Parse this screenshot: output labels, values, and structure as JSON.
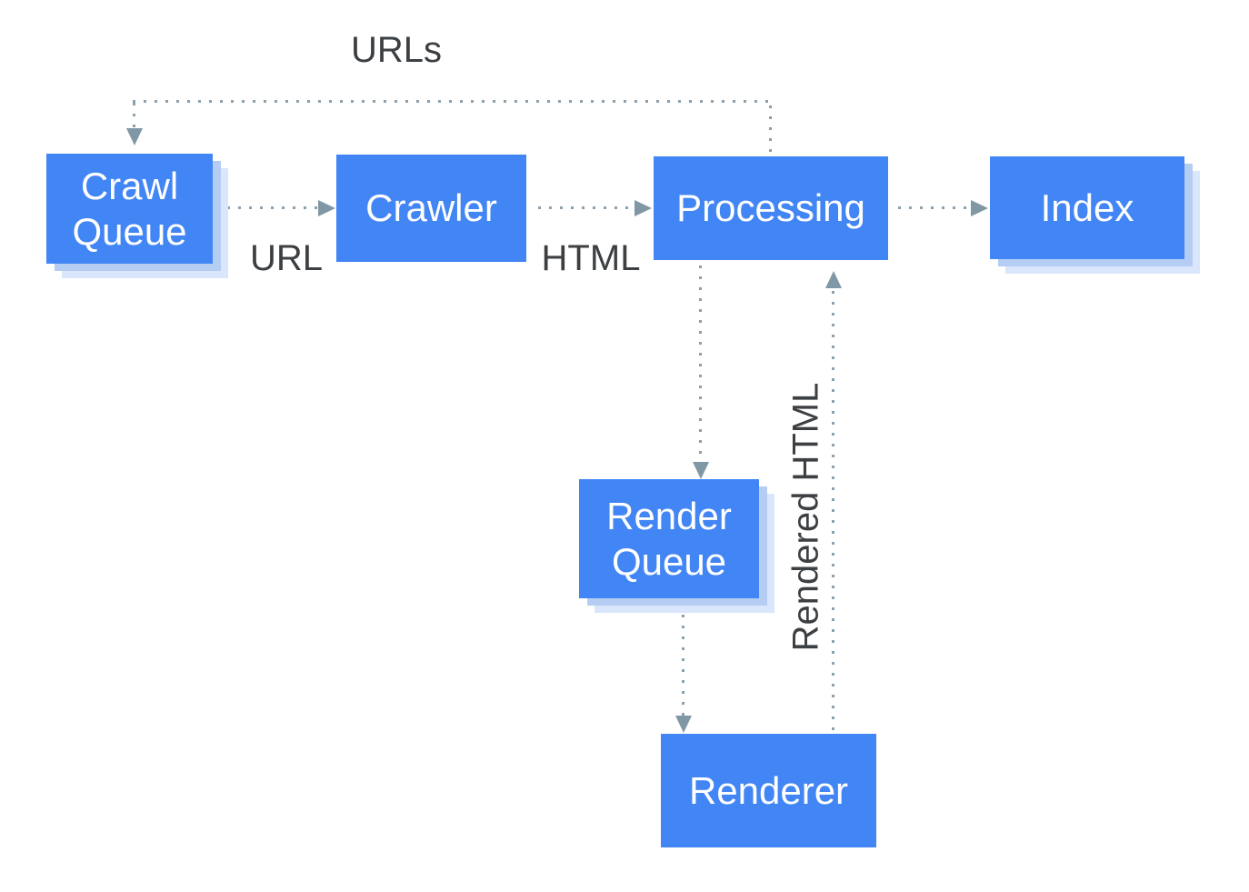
{
  "diagram": {
    "description": "Crawl, render and index pipeline flowchart",
    "nodes": [
      {
        "id": "crawl-queue",
        "label": "Crawl Queue",
        "stacked": true
      },
      {
        "id": "crawler",
        "label": "Crawler",
        "stacked": false
      },
      {
        "id": "processing",
        "label": "Processing",
        "stacked": false
      },
      {
        "id": "index",
        "label": "Index",
        "stacked": true
      },
      {
        "id": "render-queue",
        "label": "Render Queue",
        "stacked": true
      },
      {
        "id": "renderer",
        "label": "Renderer",
        "stacked": false
      }
    ],
    "edges": [
      {
        "id": "crawl-queue-to-crawler",
        "from": "crawl-queue",
        "to": "crawler",
        "label": "URL"
      },
      {
        "id": "crawler-to-processing",
        "from": "crawler",
        "to": "processing",
        "label": "HTML"
      },
      {
        "id": "processing-to-index",
        "from": "processing",
        "to": "index",
        "label": ""
      },
      {
        "id": "processing-to-crawl-queue",
        "from": "processing",
        "to": "crawl-queue",
        "label": "URLs"
      },
      {
        "id": "processing-to-render-queue",
        "from": "processing",
        "to": "render-queue",
        "label": ""
      },
      {
        "id": "render-queue-to-renderer",
        "from": "render-queue",
        "to": "renderer",
        "label": ""
      },
      {
        "id": "renderer-to-processing",
        "from": "renderer",
        "to": "processing",
        "label": "Rendered HTML"
      }
    ]
  },
  "colors": {
    "node-bg": "#4285f4",
    "node-text": "#ffffff",
    "stack1": "#b6cdf3",
    "stack2": "#d9e6fb",
    "dot": "#8ba0ae",
    "arrow": "#8097a5",
    "edge-label": "#3d4043",
    "canvas-bg": "#ffffff"
  }
}
